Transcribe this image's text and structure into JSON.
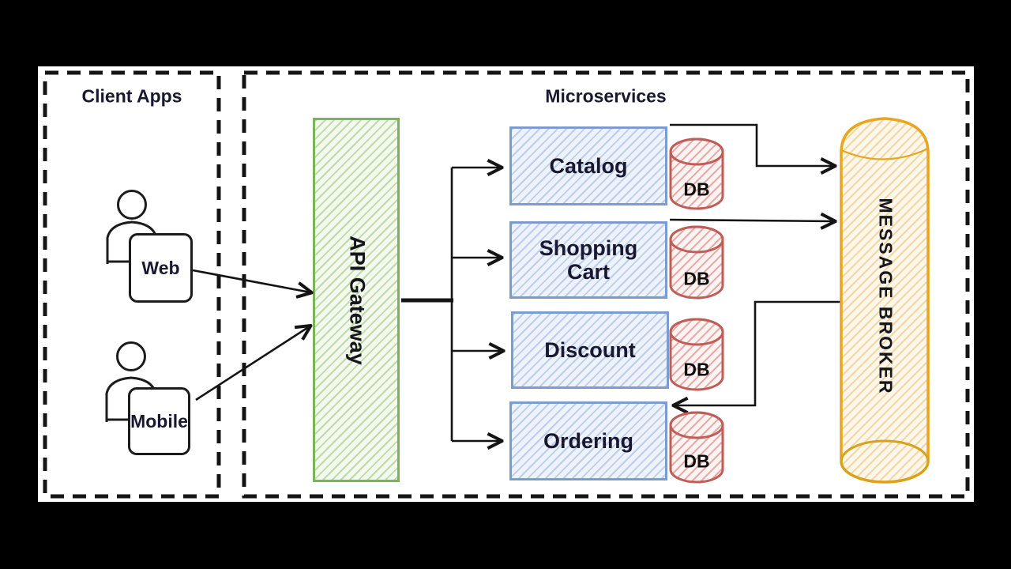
{
  "client_apps": {
    "title": "Client Apps",
    "items": [
      {
        "label": "Web"
      },
      {
        "label": "Mobile"
      }
    ]
  },
  "microservices": {
    "title": "Microservices",
    "api_gateway": {
      "label": "API Gateway"
    },
    "services": [
      {
        "label": "Catalog",
        "db_label": "DB"
      },
      {
        "label": "Shopping Cart",
        "db_label": "DB"
      },
      {
        "label": "Discount",
        "db_label": "DB"
      },
      {
        "label": "Ordering",
        "db_label": "DB"
      }
    ],
    "message_broker": {
      "label": "MESSAGE BROKER"
    }
  },
  "colors": {
    "background": "#000000",
    "canvas": "#ffffff",
    "dashed_border": "#141414",
    "gateway_border": "#7cb356",
    "service_border": "#7c9cd0",
    "db_stroke": "#bf5d58",
    "broker_stroke": "#e9a51c",
    "arrow_line": "#141414",
    "text": "#181830"
  }
}
